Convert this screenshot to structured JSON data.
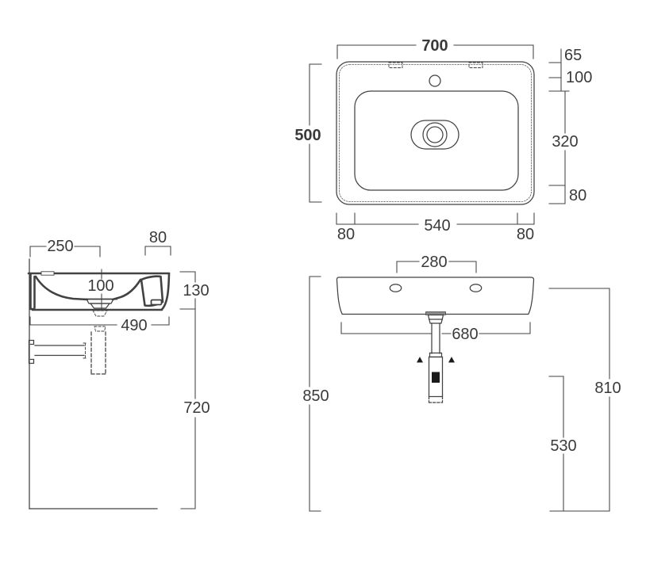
{
  "colors": {
    "line": "#424242",
    "dark_fill": "#1a1a1a",
    "background": "#ffffff"
  },
  "views": {
    "top": {
      "dims": {
        "overall_width": "700",
        "overall_depth": "500",
        "tap_hole_offset": "65",
        "bowl_back_inset": "100",
        "bowl_span": "320",
        "bowl_front_inset": "80",
        "bottom_left_inset": "80",
        "bowl_width": "540",
        "bottom_right_inset": "80"
      }
    },
    "side": {
      "dims": {
        "drain_from_wall": "250",
        "front_rim": "80",
        "drain_drop": "100",
        "basin_height": "130",
        "overall_depth": "490",
        "underside_height": "720"
      }
    },
    "front": {
      "dims": {
        "hanger_hole_spacing": "280",
        "underside_width": "680",
        "rim_height": "850",
        "outlet_height": "530",
        "hanger_height": "810"
      }
    }
  }
}
